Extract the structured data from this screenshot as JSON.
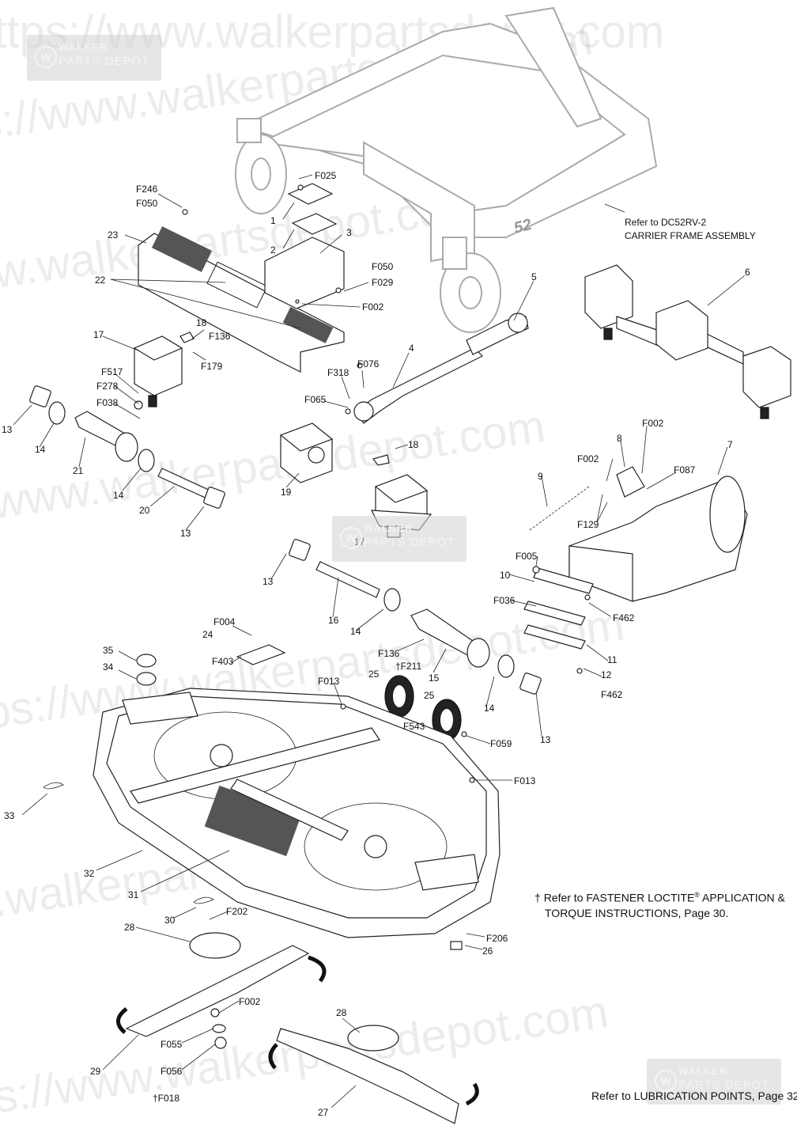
{
  "watermark": {
    "url_text": "https://www.walkerpartsdepot.com",
    "brand": "WALKER",
    "sub": "PARTS DEPOT",
    "logo_icon": "walker-w-icon"
  },
  "refs": {
    "carrier_frame_line1": "Refer to DC52RV-2",
    "carrier_frame_line2": "CARRIER FRAME ASSEMBLY",
    "frame_badge": "52",
    "loctite_mark": "†",
    "loctite_line1": "Refer to FASTENER LOCTITE",
    "loctite_reg": "®",
    "loctite_line1b": " APPLICATION &",
    "loctite_line2": "TORQUE INSTRUCTIONS, Page 30.",
    "lubrication": "Refer to LUBRICATION POINTS, Page 32."
  },
  "callouts": [
    {
      "id": "c-f025",
      "text": "F025"
    },
    {
      "id": "c-f246",
      "text": "F246"
    },
    {
      "id": "c-f050a",
      "text": "F050"
    },
    {
      "id": "c-1",
      "text": "1"
    },
    {
      "id": "c-23",
      "text": "23"
    },
    {
      "id": "c-2",
      "text": "2"
    },
    {
      "id": "c-3",
      "text": "3"
    },
    {
      "id": "c-f050b",
      "text": "F050"
    },
    {
      "id": "c-f029",
      "text": "F029"
    },
    {
      "id": "c-22",
      "text": "22"
    },
    {
      "id": "c-f002a",
      "text": "F002"
    },
    {
      "id": "c-5",
      "text": "5"
    },
    {
      "id": "c-6",
      "text": "6"
    },
    {
      "id": "c-17a",
      "text": "17"
    },
    {
      "id": "c-18a",
      "text": "18"
    },
    {
      "id": "c-f136a",
      "text": "F136"
    },
    {
      "id": "c-f179",
      "text": "F179"
    },
    {
      "id": "c-4",
      "text": "4"
    },
    {
      "id": "c-f076",
      "text": "F076"
    },
    {
      "id": "c-f318",
      "text": "F318"
    },
    {
      "id": "c-f517",
      "text": "F517"
    },
    {
      "id": "c-f278",
      "text": "F278"
    },
    {
      "id": "c-f038",
      "text": "F038"
    },
    {
      "id": "c-f065",
      "text": "F065"
    },
    {
      "id": "c-13a",
      "text": "13"
    },
    {
      "id": "c-14a",
      "text": "14"
    },
    {
      "id": "c-21",
      "text": "21"
    },
    {
      "id": "c-18b",
      "text": "18"
    },
    {
      "id": "c-f002b",
      "text": "F002"
    },
    {
      "id": "c-8",
      "text": "8"
    },
    {
      "id": "c-7",
      "text": "7"
    },
    {
      "id": "c-f002c",
      "text": "F002"
    },
    {
      "id": "c-f087",
      "text": "F087"
    },
    {
      "id": "c-9",
      "text": "9"
    },
    {
      "id": "c-14b",
      "text": "14"
    },
    {
      "id": "c-20",
      "text": "20"
    },
    {
      "id": "c-19",
      "text": "19"
    },
    {
      "id": "c-f129",
      "text": "F129"
    },
    {
      "id": "c-13b",
      "text": "13"
    },
    {
      "id": "c-17b",
      "text": "17"
    },
    {
      "id": "c-f005",
      "text": "F005"
    },
    {
      "id": "c-10",
      "text": "10"
    },
    {
      "id": "c-13c",
      "text": "13"
    },
    {
      "id": "c-f036",
      "text": "F036"
    },
    {
      "id": "c-16",
      "text": "16"
    },
    {
      "id": "c-f462a",
      "text": "F462"
    },
    {
      "id": "c-f004",
      "text": "F004"
    },
    {
      "id": "c-24",
      "text": "24"
    },
    {
      "id": "c-14c",
      "text": "14"
    },
    {
      "id": "c-35",
      "text": "35"
    },
    {
      "id": "c-f403",
      "text": "F403"
    },
    {
      "id": "c-f136b",
      "text": "F136"
    },
    {
      "id": "c-11",
      "text": "11"
    },
    {
      "id": "c-f211",
      "text": "†F211"
    },
    {
      "id": "c-34",
      "text": "34"
    },
    {
      "id": "c-25a",
      "text": "25"
    },
    {
      "id": "c-15",
      "text": "15"
    },
    {
      "id": "c-12",
      "text": "12"
    },
    {
      "id": "c-f013a",
      "text": "F013"
    },
    {
      "id": "c-f462b",
      "text": "F462"
    },
    {
      "id": "c-25b",
      "text": "25"
    },
    {
      "id": "c-14d",
      "text": "14"
    },
    {
      "id": "c-f543",
      "text": "F543"
    },
    {
      "id": "c-13d",
      "text": "13"
    },
    {
      "id": "c-f059",
      "text": "F059"
    },
    {
      "id": "c-f013b",
      "text": "F013"
    },
    {
      "id": "c-33",
      "text": "33"
    },
    {
      "id": "c-32",
      "text": "32"
    },
    {
      "id": "c-31",
      "text": "31"
    },
    {
      "id": "c-30",
      "text": "30"
    },
    {
      "id": "c-f202",
      "text": "F202"
    },
    {
      "id": "c-28a",
      "text": "28"
    },
    {
      "id": "c-f206",
      "text": "F206"
    },
    {
      "id": "c-26",
      "text": "26"
    },
    {
      "id": "c-f002d",
      "text": "F002"
    },
    {
      "id": "c-28b",
      "text": "28"
    },
    {
      "id": "c-f055",
      "text": "F055"
    },
    {
      "id": "c-29",
      "text": "29"
    },
    {
      "id": "c-f056",
      "text": "F056"
    },
    {
      "id": "c-f018",
      "text": "†F018"
    },
    {
      "id": "c-27",
      "text": "27"
    }
  ]
}
